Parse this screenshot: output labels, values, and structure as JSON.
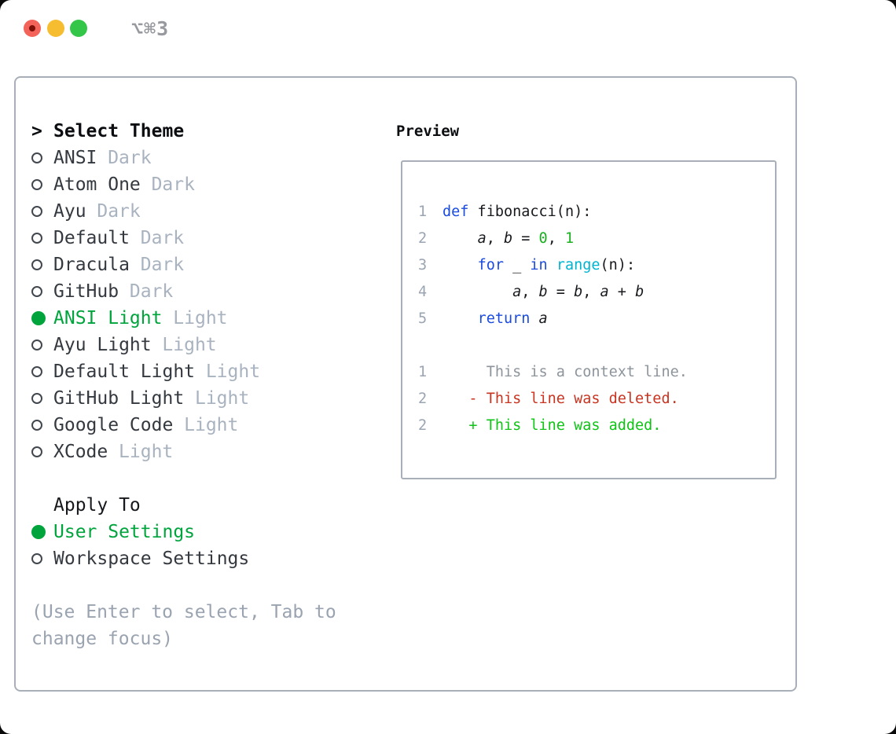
{
  "window": {
    "title": "⌥⌘3",
    "traffic_lights": {
      "close_color": "#f4635a",
      "close_dot_color": "#7c0f08",
      "minimize_color": "#f6bd30",
      "zoom_color": "#33c649"
    }
  },
  "theme_selector": {
    "prompt": ">",
    "title": "Select Theme",
    "selected_color": "#00a43c",
    "items": [
      {
        "name": "ANSI",
        "tag": "Dark",
        "selected": false
      },
      {
        "name": "Atom One",
        "tag": "Dark",
        "selected": false
      },
      {
        "name": "Ayu",
        "tag": "Dark",
        "selected": false
      },
      {
        "name": "Default",
        "tag": "Dark",
        "selected": false
      },
      {
        "name": "Dracula",
        "tag": "Dark",
        "selected": false
      },
      {
        "name": "GitHub",
        "tag": "Dark",
        "selected": false
      },
      {
        "name": "ANSI Light",
        "tag": "Light",
        "selected": true
      },
      {
        "name": "Ayu Light",
        "tag": "Light",
        "selected": false
      },
      {
        "name": "Default Light",
        "tag": "Light",
        "selected": false
      },
      {
        "name": "GitHub Light",
        "tag": "Light",
        "selected": false
      },
      {
        "name": "Google Code",
        "tag": "Light",
        "selected": false
      },
      {
        "name": "XCode",
        "tag": "Light",
        "selected": false
      }
    ]
  },
  "apply_to": {
    "title": "Apply To",
    "options": [
      {
        "label": "User Settings",
        "selected": true
      },
      {
        "label": "Workspace Settings",
        "selected": false
      }
    ]
  },
  "help_text": "(Use Enter to select, Tab to\nchange focus)",
  "preview": {
    "title": "Preview",
    "syntax_colors": {
      "keyword": "#1a4be0",
      "builtin": "#00b4d0",
      "number": "#18b01f",
      "foreground": "#17191d",
      "context": "#8d949c",
      "deleted": "#c93420",
      "added": "#0ec414",
      "gutter": "#9aa4b2"
    },
    "code_lines": [
      {
        "n": "1",
        "segs": [
          {
            "t": "def",
            "c": "kw"
          },
          {
            "t": " fibonacci(n):",
            "c": "fg"
          }
        ]
      },
      {
        "n": "2",
        "segs": [
          {
            "t": "    ",
            "c": "fg"
          },
          {
            "t": "a",
            "c": "var"
          },
          {
            "t": ", ",
            "c": "fg"
          },
          {
            "t": "b",
            "c": "var"
          },
          {
            "t": " = ",
            "c": "fg"
          },
          {
            "t": "0",
            "c": "num"
          },
          {
            "t": ", ",
            "c": "fg"
          },
          {
            "t": "1",
            "c": "num"
          }
        ]
      },
      {
        "n": "3",
        "segs": [
          {
            "t": "    ",
            "c": "fg"
          },
          {
            "t": "for",
            "c": "kw"
          },
          {
            "t": " _ ",
            "c": "fg"
          },
          {
            "t": "in",
            "c": "kw"
          },
          {
            "t": " ",
            "c": "fg"
          },
          {
            "t": "range",
            "c": "fn"
          },
          {
            "t": "(n):",
            "c": "fg"
          }
        ]
      },
      {
        "n": "4",
        "segs": [
          {
            "t": "        ",
            "c": "fg"
          },
          {
            "t": "a",
            "c": "var"
          },
          {
            "t": ", ",
            "c": "fg"
          },
          {
            "t": "b",
            "c": "var"
          },
          {
            "t": " = ",
            "c": "fg"
          },
          {
            "t": "b",
            "c": "var"
          },
          {
            "t": ", ",
            "c": "fg"
          },
          {
            "t": "a",
            "c": "var"
          },
          {
            "t": " + ",
            "c": "fg"
          },
          {
            "t": "b",
            "c": "var"
          }
        ]
      },
      {
        "n": "5",
        "segs": [
          {
            "t": "    ",
            "c": "fg"
          },
          {
            "t": "return",
            "c": "kw"
          },
          {
            "t": " ",
            "c": "fg"
          },
          {
            "t": "a",
            "c": "var"
          }
        ]
      },
      {
        "n": "",
        "segs": []
      },
      {
        "n": "1",
        "segs": [
          {
            "t": "     This is a context line.",
            "c": "ctx"
          }
        ]
      },
      {
        "n": "2",
        "segs": [
          {
            "t": "   - This line was deleted.",
            "c": "del"
          }
        ]
      },
      {
        "n": "2",
        "segs": [
          {
            "t": "   + This line was added.",
            "c": "add"
          }
        ]
      }
    ]
  }
}
